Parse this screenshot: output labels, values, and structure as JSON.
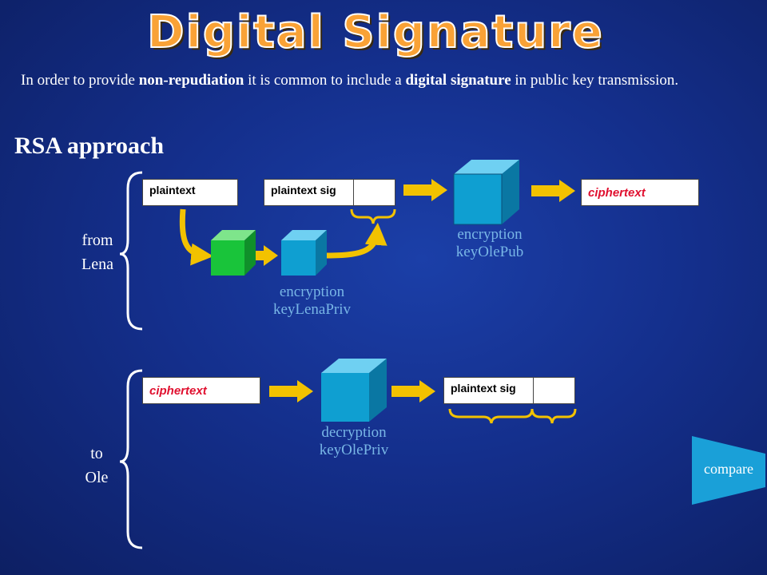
{
  "title": "Digital Signature",
  "intro": {
    "part1": "In order to provide ",
    "bold1": "non-repudiation",
    "part2": "  it is common to include a ",
    "bold2": "digital signature",
    "part3": " in public key transmission."
  },
  "subtitle": "RSA approach",
  "lena_section": {
    "side_label_line1": "from",
    "side_label_line2": "Lena",
    "box_plaintext": "plaintext",
    "box_plaintext_sig": "plaintext sig",
    "box_ciphertext": "ciphertext",
    "caption_encrypt_pub_1": "encryption",
    "caption_encrypt_pub_2": "keyOlePub",
    "caption_encrypt_priv_1": "encryption",
    "caption_encrypt_priv_2": "keyLenaPriv"
  },
  "ole_section": {
    "side_label_line1": "to",
    "side_label_line2": "Ole",
    "box_ciphertext": "ciphertext",
    "box_plaintext_sig": "plaintext sig",
    "caption_decrypt_1": "decryption",
    "caption_decrypt_2": "keyOlePriv",
    "compare": "compare"
  },
  "colors": {
    "title_fill": "#f9a236",
    "arrow": "#f2c200",
    "cube_blue": "#0f9fd1",
    "cube_green": "#19c43a",
    "caption": "#78b6e6",
    "ciphertext_text": "#e0102f",
    "compare_fill": "#1aa0d8"
  }
}
